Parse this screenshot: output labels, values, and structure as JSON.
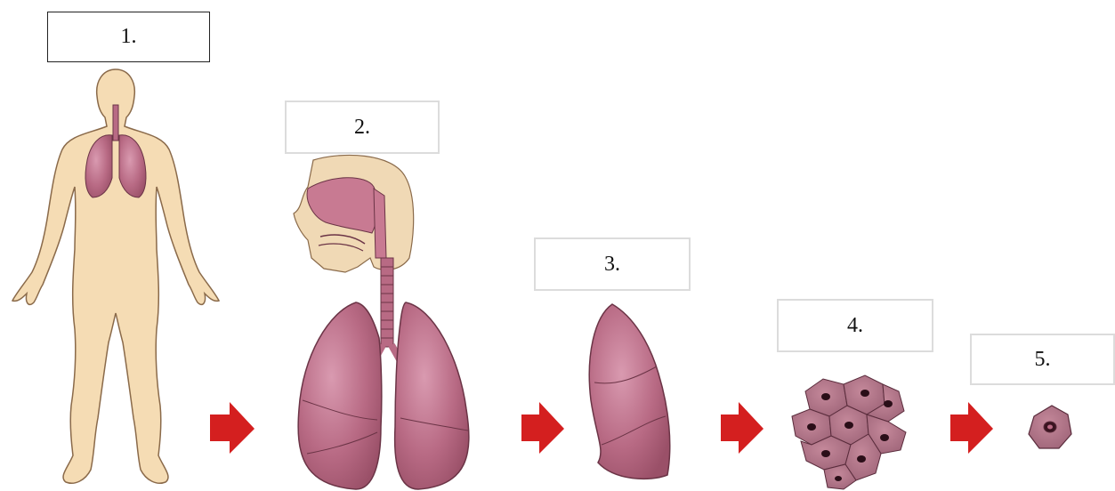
{
  "labels": {
    "l1": "1.",
    "l2": "2.",
    "l3": "3.",
    "l4": "4.",
    "l5": "5."
  },
  "colors": {
    "skin": "#f5dcb4",
    "skin_outline": "#8a6a4a",
    "lung": "#b86a84",
    "lung_light": "#d48ea6",
    "lung_outline": "#6b3446",
    "arrow": "#d41f1f",
    "head_cavity": "#c87a92"
  },
  "icons": [
    "human-body-figure",
    "respiratory-system",
    "lung-organ",
    "tissue-cells",
    "single-cell"
  ]
}
